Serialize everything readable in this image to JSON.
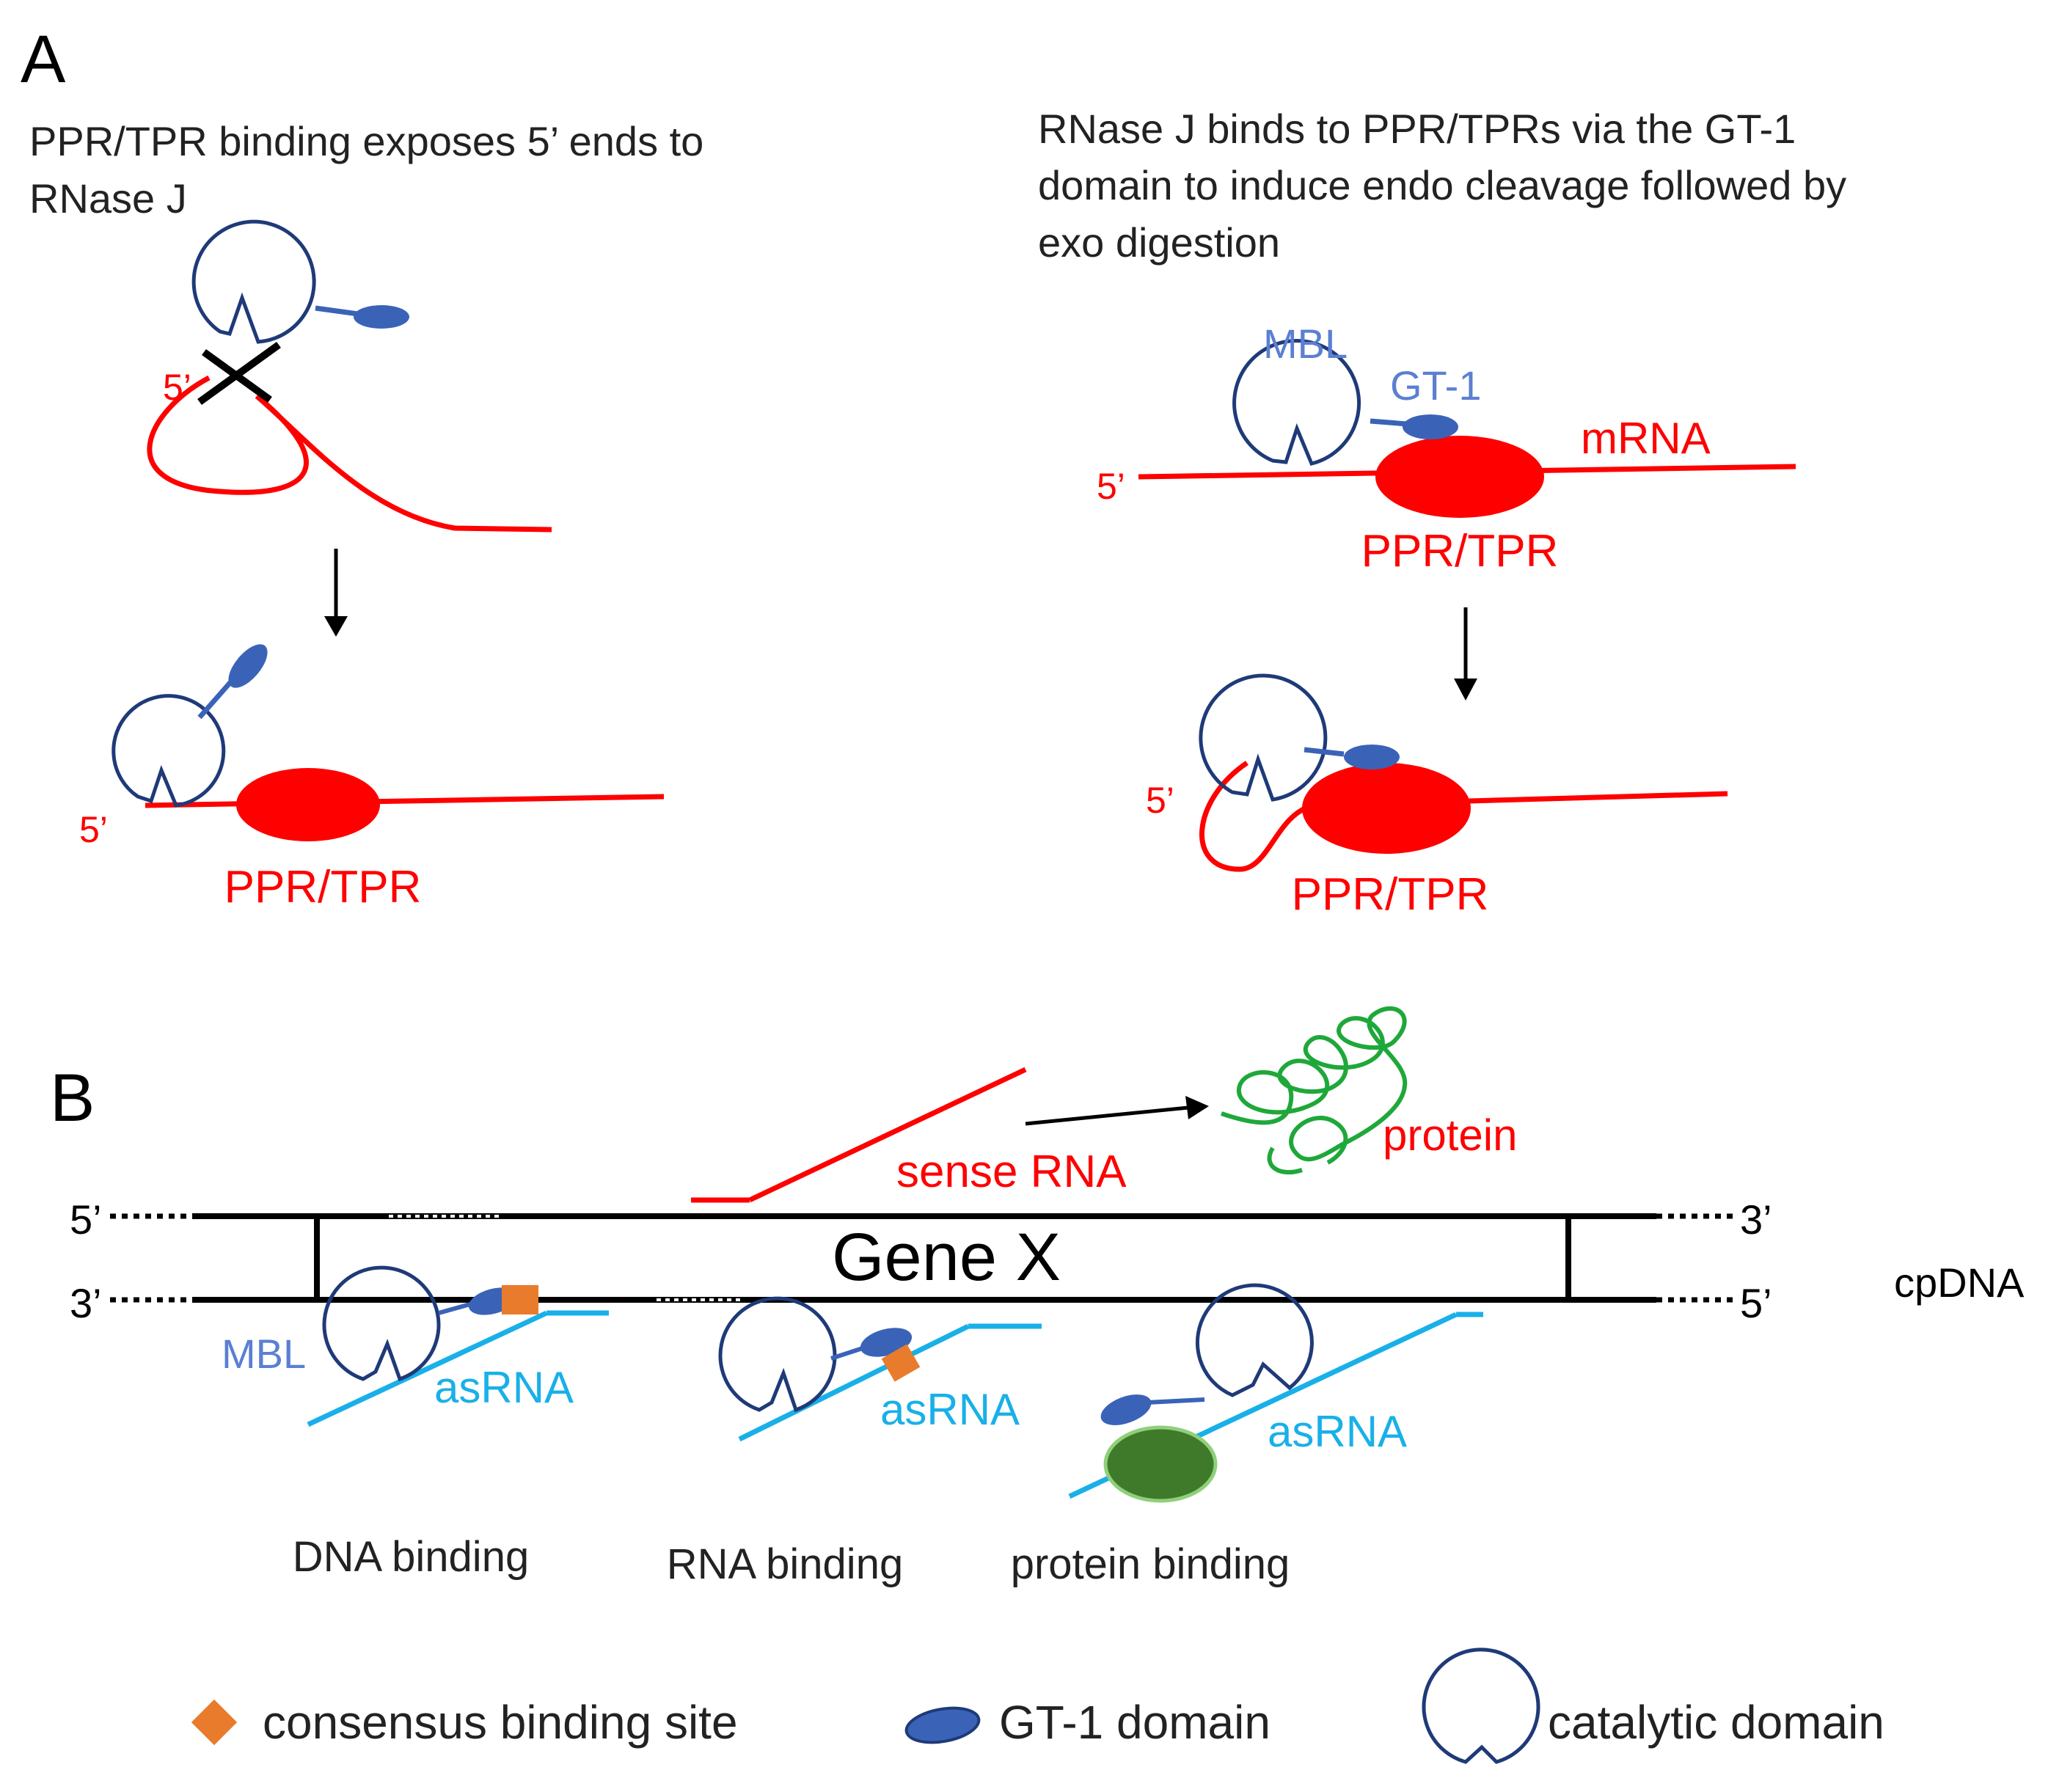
{
  "panel_a": {
    "label": "A",
    "left": {
      "caption_line1": "PPR/TPR binding exposes 5’ ends to",
      "caption_line2": "RNase J",
      "five_prime_top": "5’",
      "five_prime_bottom": "5’",
      "ppr_label": "PPR/TPR"
    },
    "right": {
      "caption_line1": "RNase J binds to PPR/TPRs via the GT-1",
      "caption_line2": "domain to induce endo cleavage followed by",
      "caption_line3": "exo digestion",
      "mbl_label": "MBL",
      "gt1_label": "GT-1",
      "mrna_label": "mRNA",
      "five_prime_top": "5’",
      "five_prime_bottom": "5’",
      "ppr_label_top": "PPR/TPR",
      "ppr_label_bottom": "PPR/TPR"
    }
  },
  "panel_b": {
    "label": "B",
    "sense_rna": "sense RNA",
    "protein": "protein",
    "gene": "Gene X",
    "top_left_end": "5’",
    "top_right_end": "3’",
    "bottom_left_end": "3’",
    "bottom_right_end": "5’",
    "cpdna": "cpDNA",
    "mbl_label": "MBL",
    "asrna_1": "asRNA",
    "asrna_2": "asRNA",
    "asrna_3": "asRNA",
    "mode_1": "DNA binding",
    "mode_2": "RNA binding",
    "mode_3": "protein binding"
  },
  "legend": {
    "consensus": "consensus binding site",
    "gt1": "GT-1 domain",
    "catalytic": "catalytic domain"
  },
  "colors": {
    "red": "#ff0000",
    "dark_blue_outline": "#1f3a78",
    "domain_blue": "#3a63b8",
    "label_blue": "#5b7fd1",
    "cyan_rna": "#19b0e8",
    "green_protein": "#1fa83a",
    "dark_green": "#3f7a2a",
    "orange": "#e87b2c",
    "black": "#000000"
  }
}
